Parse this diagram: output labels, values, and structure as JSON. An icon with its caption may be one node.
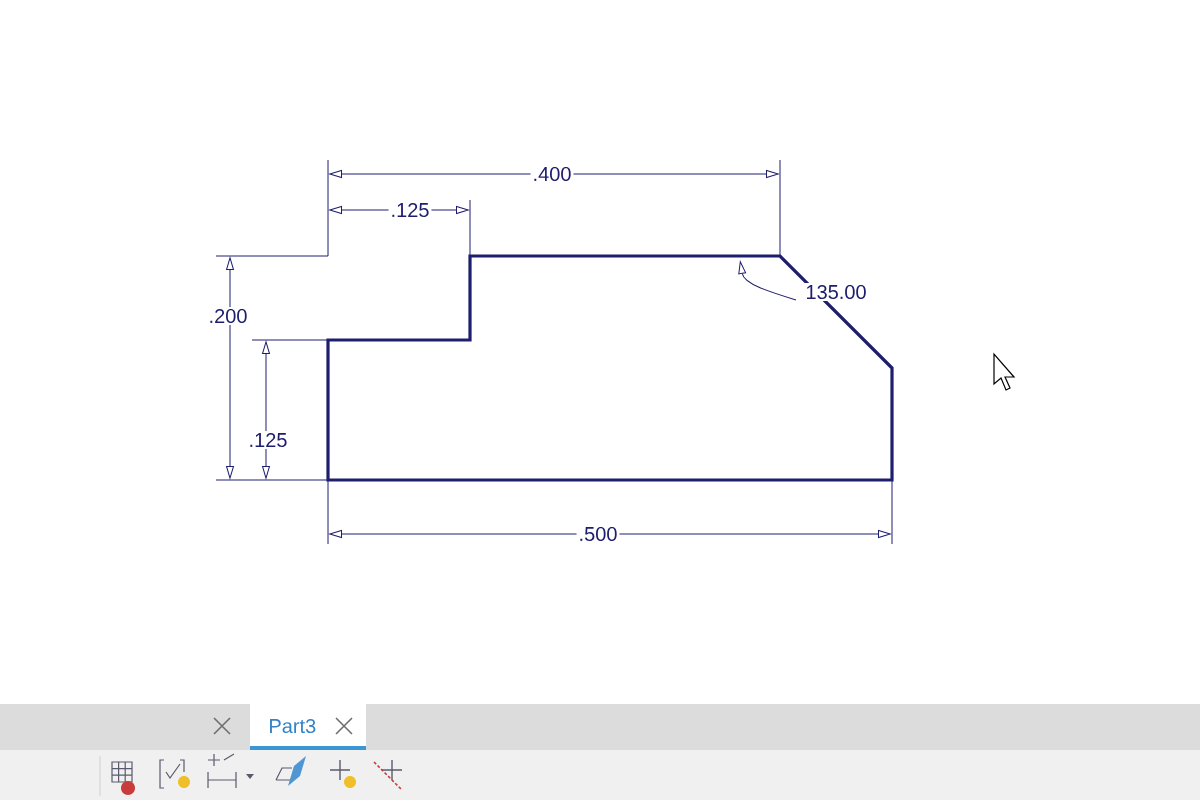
{
  "diagram": {
    "labels": [
      ".400",
      ".125",
      ".200",
      ".125",
      "135.00",
      ".500",
      "Part3"
    ]
  }
}
